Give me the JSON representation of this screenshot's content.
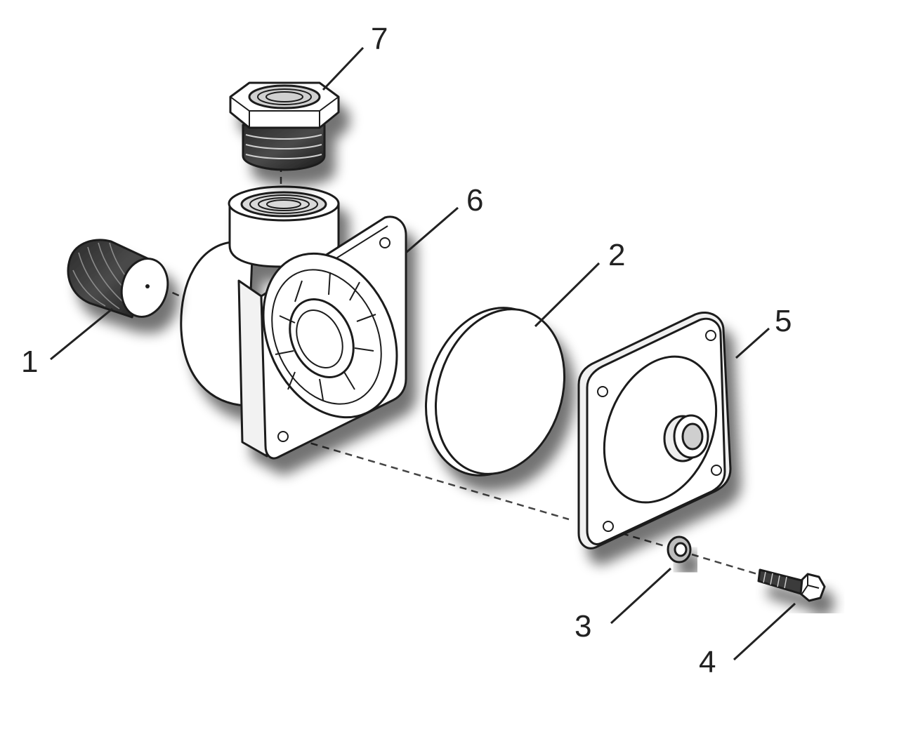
{
  "diagram": {
    "type": "exploded-parts-view",
    "shadow_color": "#9a9a9a",
    "line_color": "#1c1c1c",
    "parts": [
      {
        "id": "p1",
        "callout": "1",
        "name": "threaded-plug"
      },
      {
        "id": "p2",
        "callout": "2",
        "name": "diaphragm-disc"
      },
      {
        "id": "p3",
        "callout": "3",
        "name": "washer"
      },
      {
        "id": "p4",
        "callout": "4",
        "name": "bolt"
      },
      {
        "id": "p5",
        "callout": "5",
        "name": "cover-plate"
      },
      {
        "id": "p6",
        "callout": "6",
        "name": "pump-housing"
      },
      {
        "id": "p7",
        "callout": "7",
        "name": "hex-fitting"
      }
    ]
  }
}
